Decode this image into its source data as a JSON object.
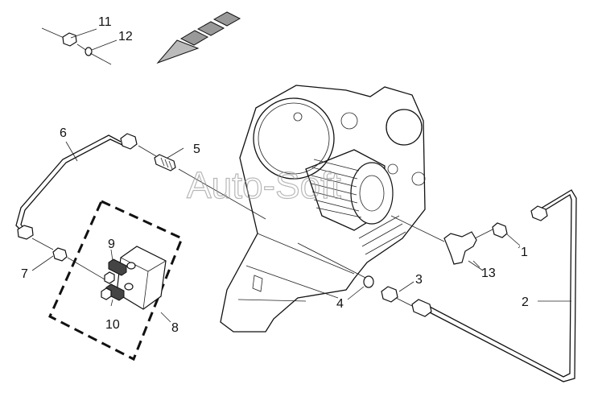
{
  "labels": {
    "l1": "1",
    "l2": "2",
    "l3": "3",
    "l4": "4",
    "l5": "5",
    "l6": "6",
    "l7": "7",
    "l8": "8",
    "l9": "9",
    "l10": "10",
    "l11": "11",
    "l12": "12",
    "l13": "13"
  },
  "watermark": "Auto-Soft"
}
